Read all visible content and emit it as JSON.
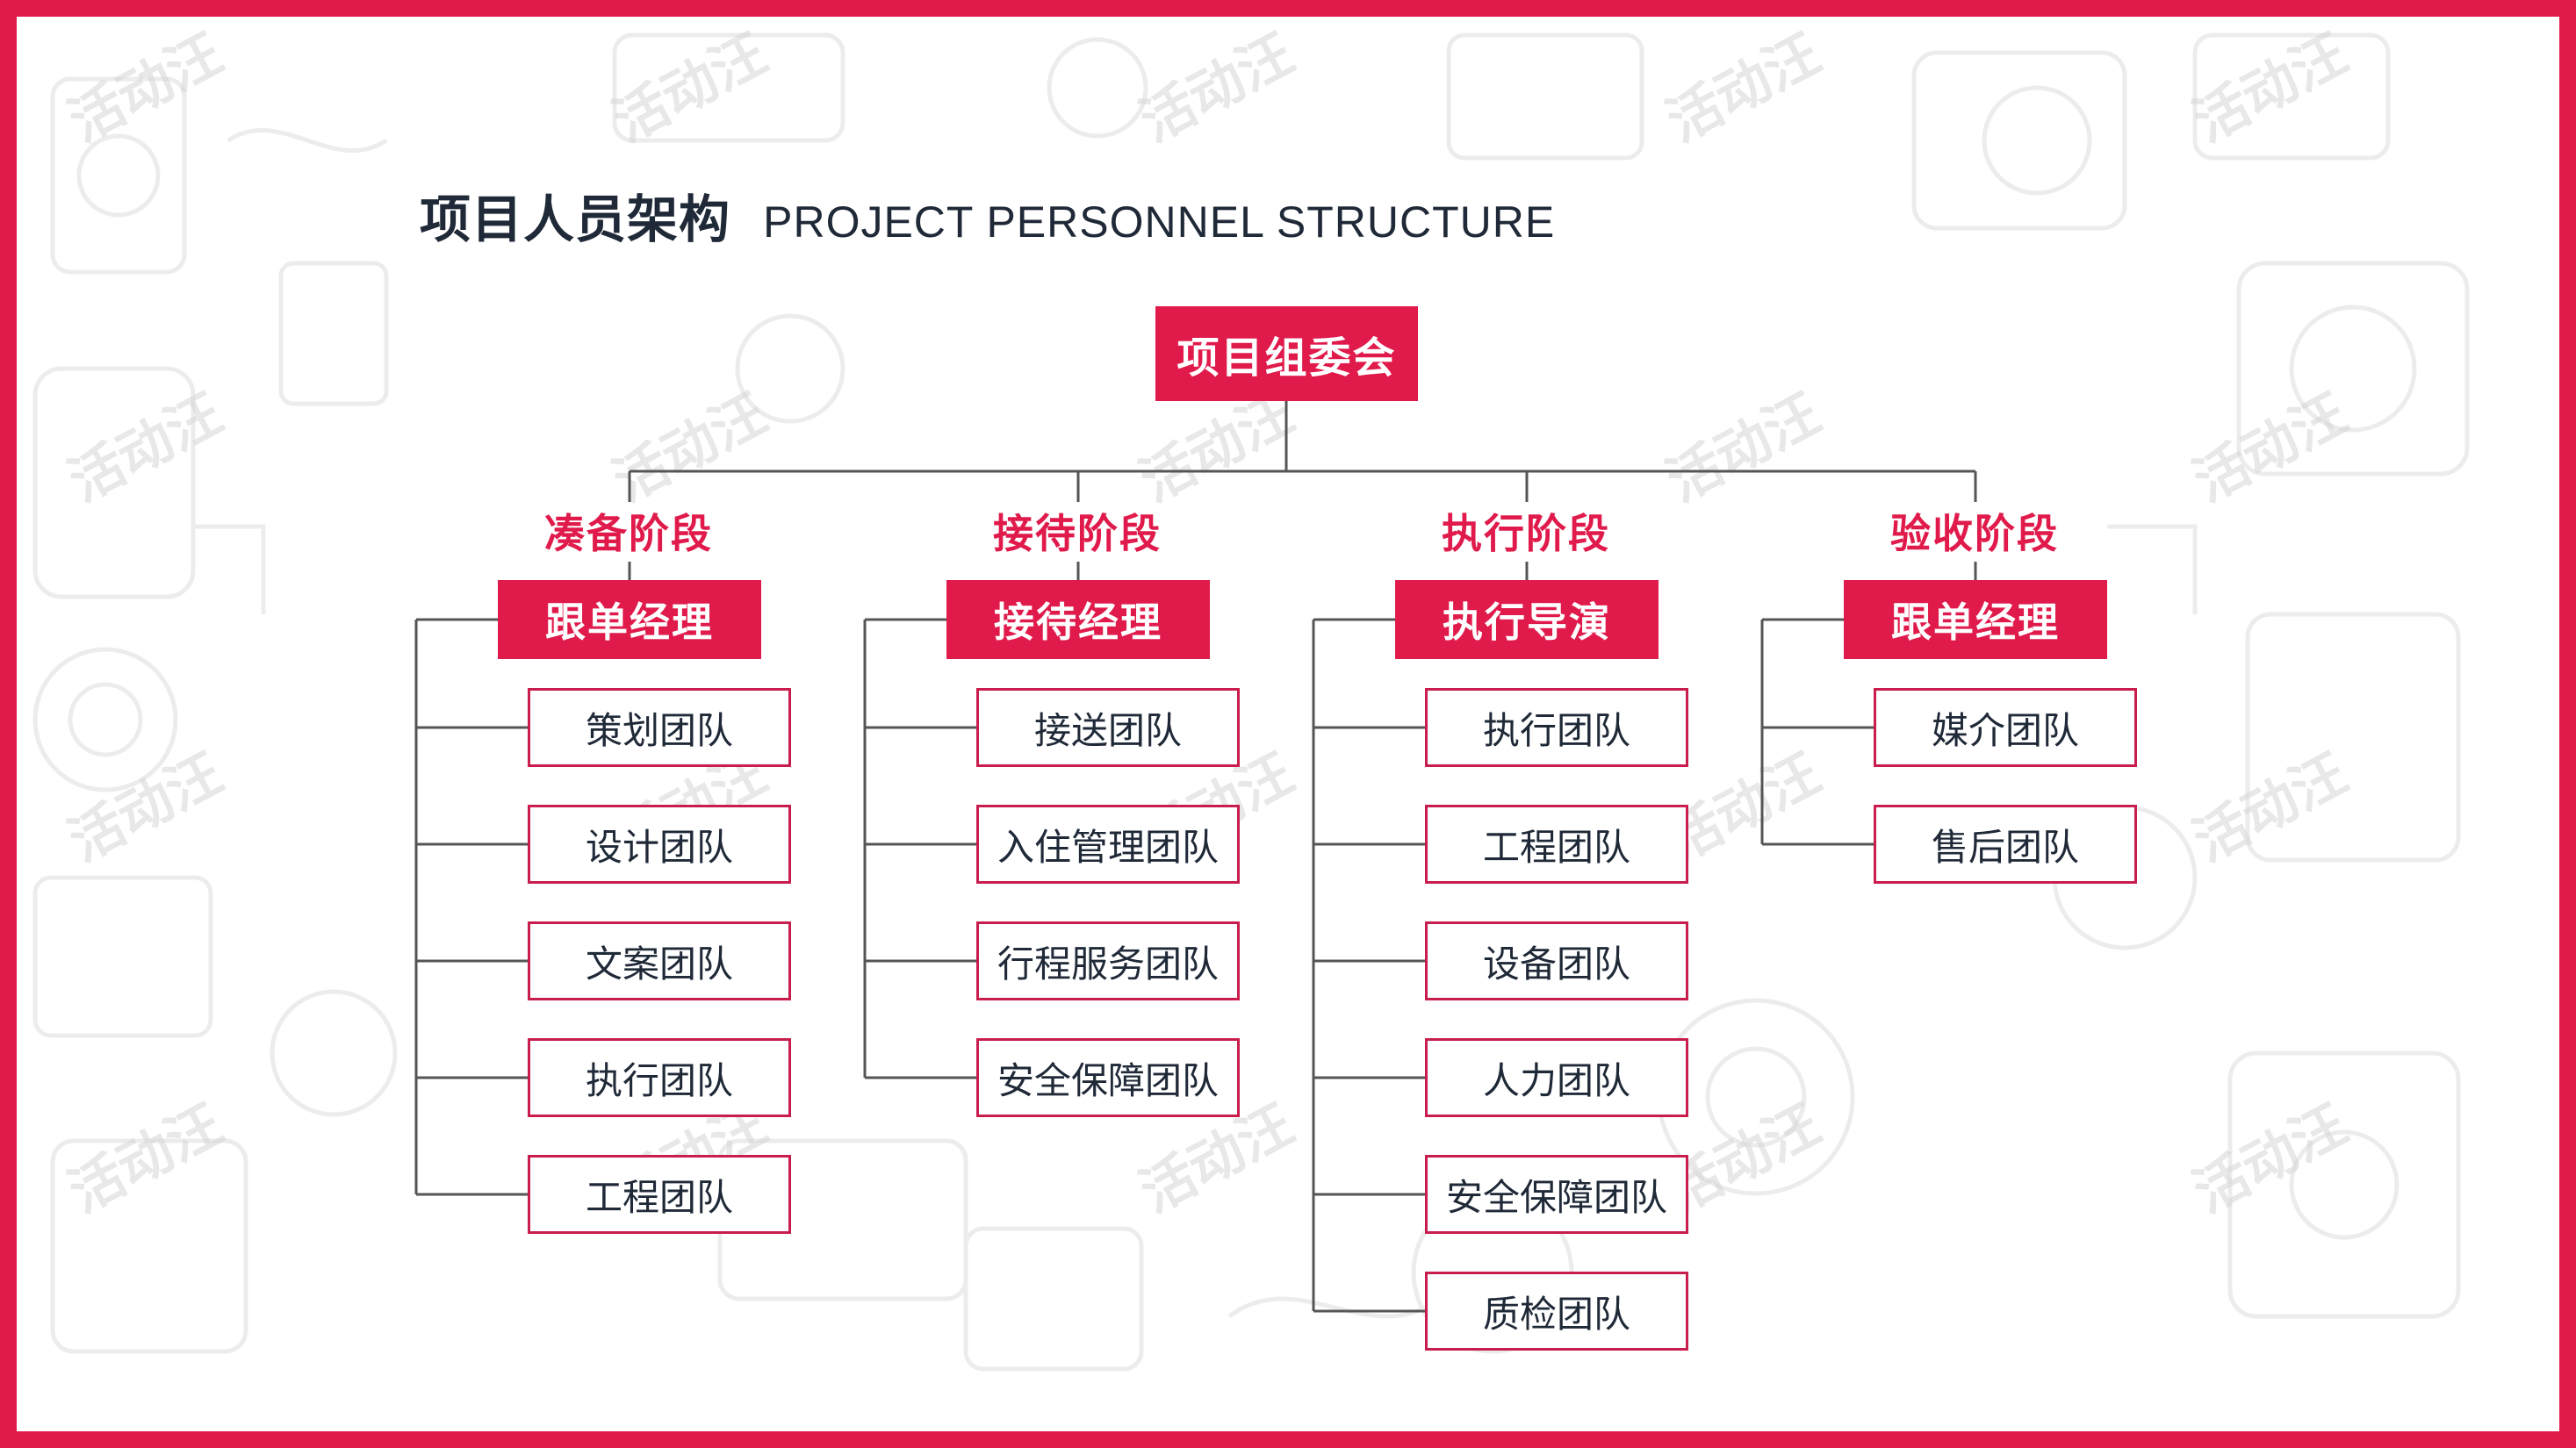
{
  "title": {
    "cn": "项目人员架构",
    "en": "PROJECT PERSONNEL STRUCTURE"
  },
  "root": "项目组委会",
  "watermark": "活动汪",
  "colors": {
    "accent": "#e01b4c",
    "text": "#1f2937",
    "frame": "#e01b4c"
  },
  "phases": [
    {
      "stage": "凑备阶段",
      "manager": "跟单经理",
      "teams": [
        "策划团队",
        "设计团队",
        "文案团队",
        "执行团队",
        "工程团队"
      ]
    },
    {
      "stage": "接待阶段",
      "manager": "接待经理",
      "teams": [
        "接送团队",
        "入住管理团队",
        "行程服务团队",
        "安全保障团队"
      ]
    },
    {
      "stage": "执行阶段",
      "manager": "执行导演",
      "teams": [
        "执行团队",
        "工程团队",
        "设备团队",
        "人力团队",
        "安全保障团队",
        "质检团队"
      ]
    },
    {
      "stage": "验收阶段",
      "manager": "跟单经理",
      "teams": [
        "媒介团队",
        "售后团队"
      ]
    }
  ]
}
